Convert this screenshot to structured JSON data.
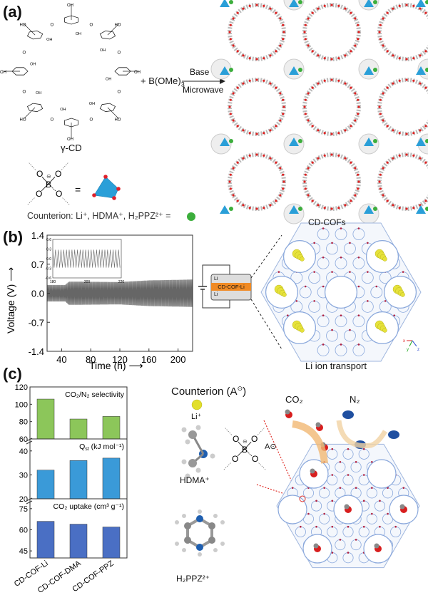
{
  "panel_a": {
    "label": "(a)",
    "reactant": "γ-CD",
    "reagent": "+ B(OMe)",
    "reagent_sub": "3",
    "arrow_top": "Base",
    "arrow_bottom": "Microwave",
    "borate_atoms": {
      "o": "O",
      "b": "B",
      "charge": "⊖"
    },
    "equals": "=",
    "counterion_note": "Counterion: Li⁺, HDMA⁺, H₂PPZ²⁺ =",
    "product": "CD-COFs",
    "cd_oh": "OH",
    "cd_ho": "HO",
    "colors": {
      "tetrahedron": "#2a9fd8",
      "oxygen": "#e0202a",
      "counterion": "#3cae3c"
    }
  },
  "panel_b": {
    "label": "(b)",
    "cell": {
      "top": "Li",
      "middle": "CD-COF-Li",
      "bottom": "Li",
      "color": "#f08a24"
    },
    "transport_label": "Li ion transport",
    "axes_xyz": {
      "x": "x",
      "y": "y",
      "z": "z"
    }
  },
  "panel_c": {
    "label": "(c)",
    "counterion_title": "Counterion (A",
    "counterion_title_charge": "⊙",
    "counterion_title_end": ")",
    "li": "Li⁺",
    "hdma": "HDMA⁺",
    "ppz": "H₂PPZ²⁺",
    "borate_cation": "A⊙",
    "co2": "CO₂",
    "n2": "N₂"
  },
  "chart_data": [
    {
      "type": "line",
      "title": "",
      "xlabel": "Time (h) ⟶",
      "ylabel": "Voltage (V) ⟶",
      "xlim": [
        20,
        220
      ],
      "ylim": [
        -1.4,
        1.4
      ],
      "xticks": [
        "40",
        "80",
        "120",
        "160",
        "200"
      ],
      "yticks": [
        "1.4",
        "0.7",
        "0.0",
        "-0.7",
        "-1.4"
      ],
      "series": [
        {
          "name": "Li|CD-COF-Li|Li cycling",
          "amplitude_envelope": {
            "x": [
              20,
              45,
              50,
              120,
              160,
              220
            ],
            "y": [
              0.2,
              0.2,
              0.28,
              0.27,
              0.31,
              0.33
            ]
          }
        }
      ],
      "inset": {
        "xlim": [
          180,
          220
        ],
        "ylim": [
          -0.6,
          0.6
        ],
        "xticks": [
          "180",
          "200",
          "220"
        ],
        "yticks": [
          "0.6",
          "0.3",
          "0.0",
          "-0.3",
          "-0.6"
        ],
        "amplitude": 0.28
      }
    },
    {
      "type": "bar",
      "categories": [
        "CD-COF-Li",
        "CD-COF-DMA",
        "CD-COF-PPZ"
      ],
      "panels": [
        {
          "label": "CO₂/N₂ selectivity",
          "values": [
            106,
            83,
            86
          ],
          "ylim": [
            60,
            120
          ],
          "yticks": [
            60,
            80,
            100,
            120
          ],
          "color": "#8cc65a"
        },
        {
          "label": "Q",
          "label_sub": "st",
          "label_end": " (kJ mol⁻¹)",
          "values": [
            32,
            36,
            37
          ],
          "ylim": [
            20,
            45
          ],
          "yticks": [
            20,
            30,
            40
          ],
          "color": "#3a9ad8"
        },
        {
          "label": "CO₂ uptake (cm³ g⁻¹)",
          "values": [
            66,
            64,
            62
          ],
          "ylim": [
            40,
            82
          ],
          "yticks": [
            45,
            60,
            75
          ],
          "color": "#4a6fc4"
        }
      ]
    }
  ]
}
